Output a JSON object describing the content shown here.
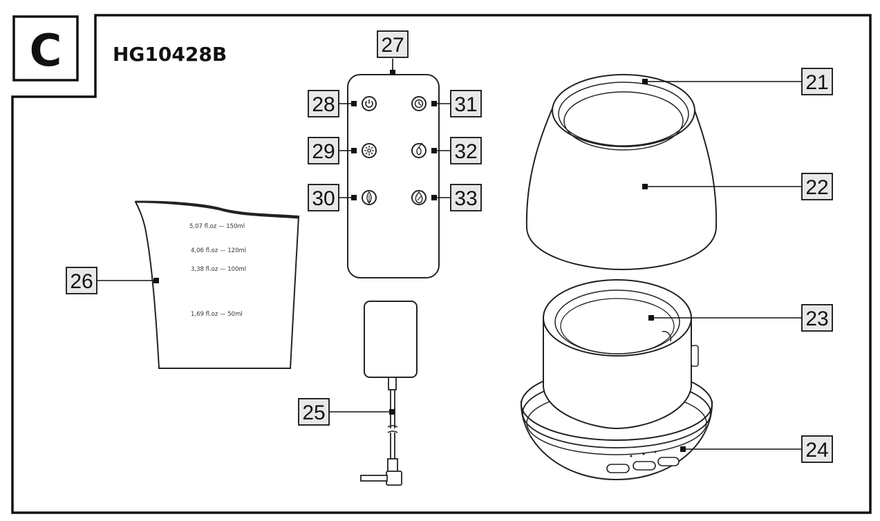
{
  "section_letter": "C",
  "model": "HG10428B",
  "callouts": {
    "21": "21",
    "22": "22",
    "23": "23",
    "24": "24",
    "25": "25",
    "26": "26",
    "27": "27",
    "28": "28",
    "29": "29",
    "30": "30",
    "31": "31",
    "32": "32",
    "33": "33"
  },
  "jug_scale": {
    "mark_150": "5,07 fl.oz — 150ml",
    "mark_120": "4,06 fl.oz — 120ml",
    "mark_100": "3,38 fl.oz — 100ml",
    "mark_50": "1,69 fl.oz — 50ml"
  },
  "icons": {
    "power": "power-icon",
    "light": "light-icon",
    "aroma": "aroma-icon",
    "timer": "timer-icon",
    "mist": "mist-icon",
    "flame": "flame-icon"
  }
}
